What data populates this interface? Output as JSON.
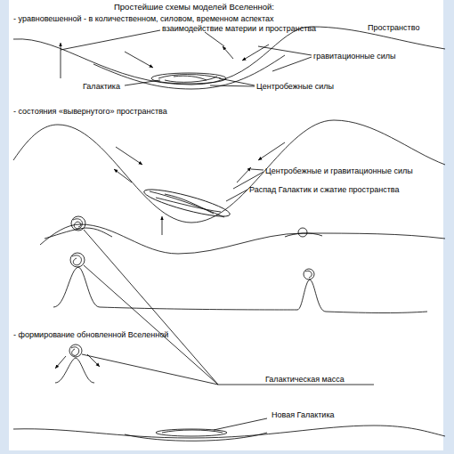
{
  "diagram": {
    "title": "Простейшие схемы моделей Вселенной:",
    "labels": [
      "- уравновешенной - в количественном, силовом, временном аспектах",
      "взаимодействие материи и пространства",
      "Пространство",
      "гравитационные силы",
      "Галактика",
      "Центробежные силы",
      "- состояния «вывернутого» пространства",
      "Центробежные и гравитационные силы",
      "Распад Галактик и сжатие пространства",
      "- формирование обновленной Вселенной",
      "Галактическая масса",
      "Новая Галактика"
    ]
  }
}
